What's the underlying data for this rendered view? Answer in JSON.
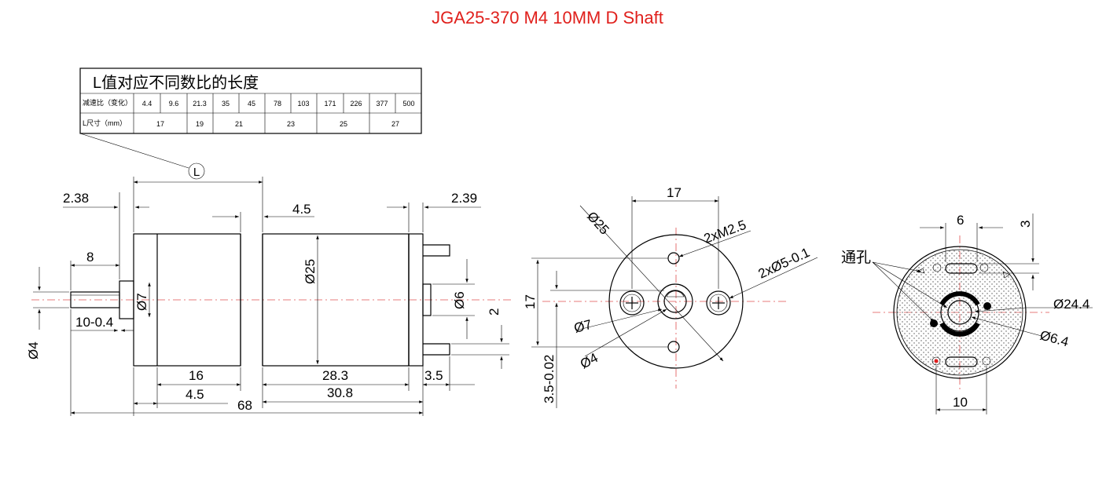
{
  "title": "JGA25-370 M4 10MM D Shaft",
  "table": {
    "heading": "L值对应不同数比的长度",
    "ratio_label": "减速比（变化）",
    "ratios": [
      "4.4",
      "9.6",
      "21.3",
      "35",
      "45",
      "78",
      "103",
      "171",
      "226",
      "377",
      "500"
    ],
    "length_label": "L尺寸（mm）",
    "lengths": [
      "17",
      "19",
      "21",
      "23",
      "25",
      "27"
    ]
  },
  "callout": "L",
  "side_view": {
    "d_2_38": "2.38",
    "d_4_5_top": "4.5",
    "d_2_39": "2.39",
    "d_8": "8",
    "d_10_04": "10-0.4",
    "d_phi4": "Ø4",
    "d_phi7": "Ø7",
    "d_phi25": "Ø25",
    "d_phi6": "Ø6",
    "d_2": "2",
    "d_16": "16",
    "d_4_5_bot": "4.5",
    "d_28_3": "28.3",
    "d_3_5": "3.5",
    "d_30_8": "30.8",
    "d_68": "68"
  },
  "front_view": {
    "d_17_top": "17",
    "d_phi25": "Ø25",
    "d_2xM2_5": "2xM2.5",
    "d_2xphi5": "2xØ5-0.1",
    "d_17_side": "17",
    "d_phi7": "Ø7",
    "d_phi4": "Ø4",
    "d_3_5": "3.5-0.02"
  },
  "rear_view": {
    "d_6": "6",
    "d_3": "3",
    "through_hole": "通孔",
    "d_phi24_4": "Ø24.4",
    "d_phi6_4": "Ø6.4",
    "d_10": "10"
  }
}
